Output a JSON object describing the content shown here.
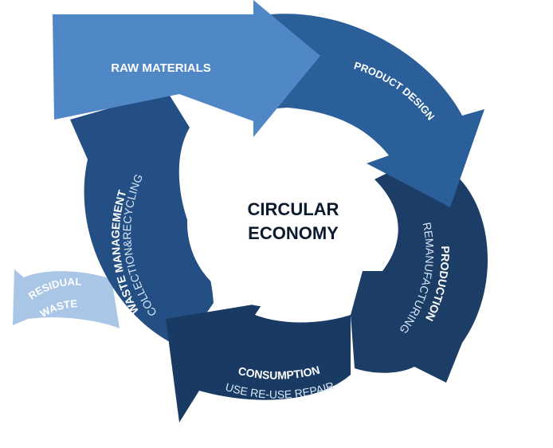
{
  "title": "Circular Economy",
  "center": {
    "line1": "CIRCULAR",
    "line2": "ECONOMY"
  },
  "colors": {
    "raw_materials": "#4f87c7",
    "product_design": "#2b5f9a",
    "production": "#1c3d66",
    "consumption": "#193a63",
    "waste_management": "#244f84",
    "residual_waste": "#a9c6e6",
    "label_text": "#ffffff",
    "sub_text": "#d6e6f7",
    "center_text": "#0b1a2e"
  },
  "segments": {
    "raw_materials": {
      "title": "RAW MATERIALS"
    },
    "product_design": {
      "title": "PRODUCT DESIGN"
    },
    "production": {
      "title": "PRODUCTION",
      "subtitle": "REMANUFACTURING"
    },
    "consumption": {
      "title": "CONSUMPTION",
      "subtitle": "USE RE-USE REPAIR"
    },
    "waste_management": {
      "title": "WASTE MANAGEMENT",
      "subtitle": "COLLECTION&RECYCLING"
    },
    "residual_waste": {
      "title": "RESIDUAL",
      "subtitle": "WASTE"
    }
  }
}
